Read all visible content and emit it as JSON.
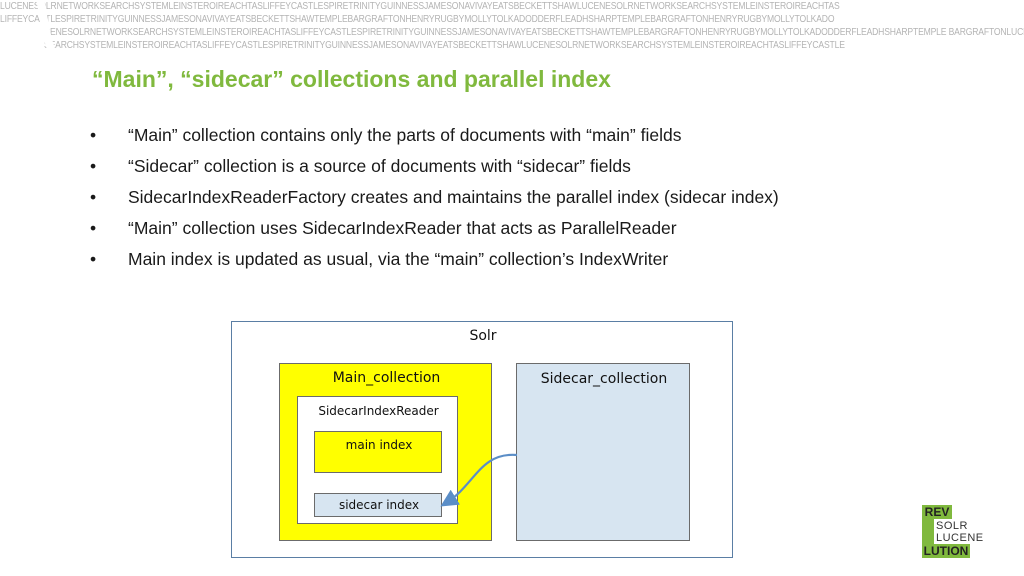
{
  "banner": {
    "line1": "LUCENESOLRNETWORKSEARCHSYSTEMLEINSTEROIREACHTASLIFFEYCASTLESPIRETRINITYGUINNESSJAMESONAVIVAYEATSBECKETTSHAWLUCENESOLRNETWORKSEARCHSYSTEMLEINSTEROIREACHTAS",
    "line2": "LIFFEYCASTLESPIRETRINITYGUINNESSJAMESONAVIVAYEATSBECKETTSHAWTEMPLEBARGRAFTONHENRYRUGBYMOLLYTOLKADODDERFLEADHSHARPTEMPLEBARGRAFTONHENRYRUGBYMOLLYTOLKADO",
    "line3": "CENESOLRNETWORKSEARCHSYSTEMLEINSTEROIREACHTASLIFFEYCASTLESPIRETRINITYGUINNESSJAMESONAVIVAYEATSBECKETTSHAWTEMPLEBARGRAFTONHENRYRUGBYMOLLYTOLKADODDERFLEADHSHARPTEMPLE BARGRAFTONLUCENESOLRNETWORKSEARCHSY",
    "line4": "SEARCHSYSTEMLEINSTEROIREACHTASLIFFEYCASTLESPIRETRINITYGUINNESSJAMESONAVIVAYEATSBECKETTSHAWLUCENESOLRNETWORKSEARCHSYSTEMLEINSTEROIREACHTASLIFFEYCASTLE"
  },
  "title": "“Main”, “sidecar” collections and parallel index",
  "bullet_symbol": "•",
  "bullets": [
    "“Main” collection contains only the parts of documents with “main” fields",
    "“Sidecar” collection is a source of documents with “sidecar” fields",
    "SidecarIndexReaderFactory creates and maintains the parallel index (sidecar index)",
    "“Main” collection uses SidecarIndexReader that acts as ParallelReader",
    "Main index is updated as usual, via the “main” collection’s IndexWriter"
  ],
  "diagram": {
    "solr_label": "Solr",
    "main_collection_label": "Main_collection",
    "reader_label": "SidecarIndexReader",
    "main_index_label": "main index",
    "sidecar_index_label": "sidecar index",
    "sidecar_collection_label": "Sidecar_collection"
  },
  "logo": {
    "rev": "REV",
    "solr": "SOLR",
    "lucene": "LUCENE",
    "lution": "LUTION"
  },
  "colors": {
    "title": "#80b93e",
    "main_collection_fill": "#ffff00",
    "sidecar_fill": "#d7e5f1",
    "arrow": "#5b8ec7",
    "logo_green": "#80b93e"
  }
}
